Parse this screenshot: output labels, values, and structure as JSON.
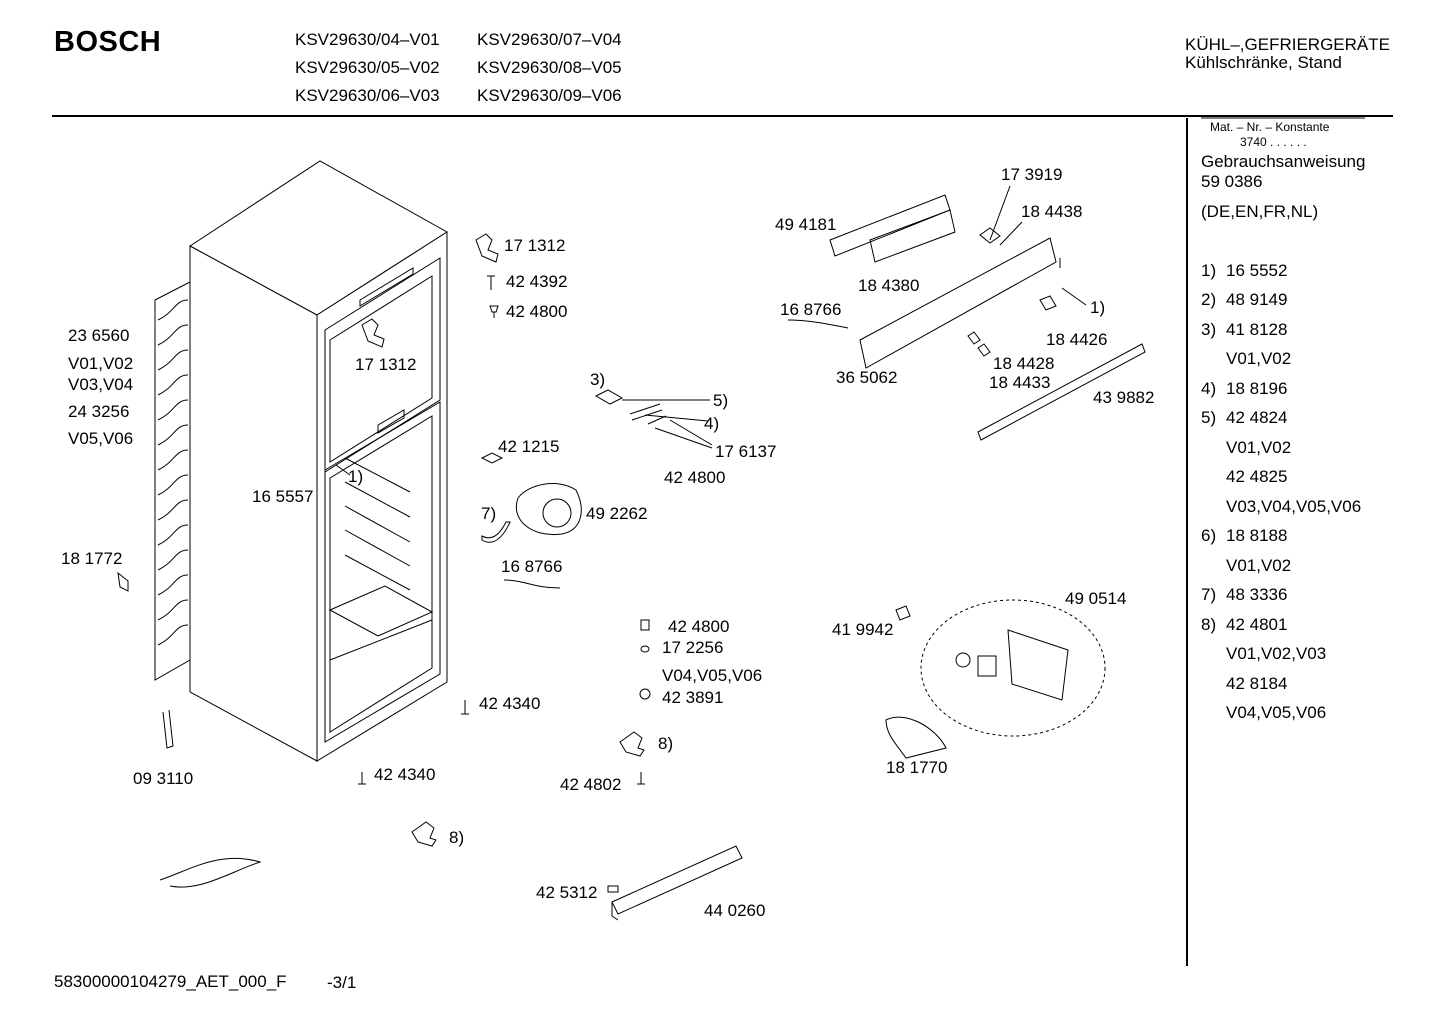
{
  "header": {
    "brand": "BOSCH",
    "models": [
      "KSV29630/04–V01",
      "KSV29630/05–V02",
      "KSV29630/06–V03",
      "KSV29630/07–V04",
      "KSV29630/08–V05",
      "KSV29630/09–V06"
    ],
    "category_line1": "KÜHL–,GEFRIERGERÄTE",
    "category_line2": "Kühlschränke, Stand"
  },
  "sidebar": {
    "matnr_label": "Mat. – Nr. – Konstante",
    "matnr_value": "3740 . . . . . .",
    "manual_label": "Gebrauchsanweisung",
    "manual_number": "59 0386",
    "manual_langs": "(DE,EN,FR,NL)",
    "footnotes": [
      {
        "n": "1)",
        "text": "16 5552"
      },
      {
        "n": "2)",
        "text": "48 9149"
      },
      {
        "n": "3)",
        "text": "41 8128"
      },
      {
        "n": "",
        "text": "V01,V02"
      },
      {
        "n": "4)",
        "text": "18 8196"
      },
      {
        "n": "5)",
        "text": "42 4824"
      },
      {
        "n": "",
        "text": "V01,V02"
      },
      {
        "n": "",
        "text": "42 4825"
      },
      {
        "n": "",
        "text": "V03,V04,V05,V06"
      },
      {
        "n": "6)",
        "text": "18 8188"
      },
      {
        "n": "",
        "text": "V01,V02"
      },
      {
        "n": "7)",
        "text": "48 3336"
      },
      {
        "n": "8)",
        "text": "42 4801"
      },
      {
        "n": "",
        "text": "V01,V02,V03"
      },
      {
        "n": "",
        "text": "42 8184"
      },
      {
        "n": "",
        "text": "V04,V05,V06"
      }
    ]
  },
  "parts": [
    "17 1312",
    "42 4392",
    "42 4800",
    "17 1312",
    "23 6560",
    "V01,V02",
    "V03,V04",
    "24 3256",
    "V05,V06",
    "16 5557",
    "1)",
    "18 1772",
    "3)",
    "5)",
    "4)",
    "17 6137",
    "42 1215",
    "42 4800",
    "7)",
    "49 2262",
    "16 8766",
    "42 4800",
    "17 2256",
    "V04,V05,V06",
    "42 3891",
    "8)",
    "42 4802",
    "42 4340",
    "42 4340",
    "09 3110",
    "8)",
    "42 5312",
    "44 0260",
    "17 3919",
    "18 4438",
    "49 4181",
    "18 4380",
    "16 8766",
    "1)",
    "18 4426",
    "36 5062",
    "18 4428",
    "18 4433",
    "43 9882",
    "49 0514",
    "41 9942",
    "18 1770"
  ],
  "footer": {
    "code": "58300000104279_AET_000_F",
    "page": "-3/1"
  }
}
